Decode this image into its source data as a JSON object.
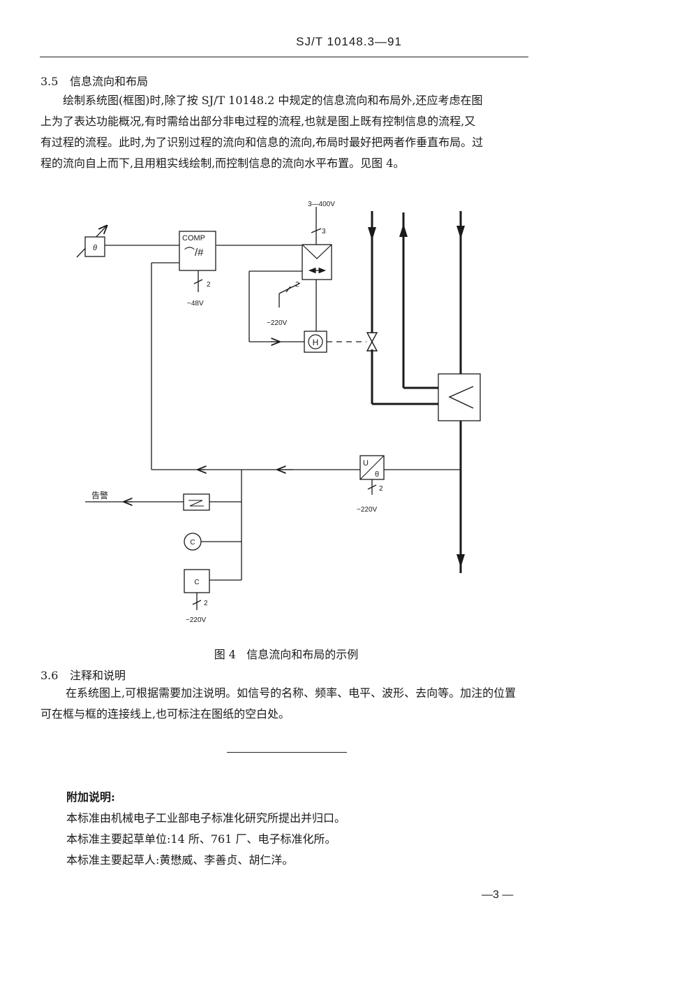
{
  "header": {
    "standard_code": "SJ/T 10148.3—91"
  },
  "section_3_5": {
    "number": "3.5",
    "title": "信息流向和布局",
    "paragraph_lines": [
      "绘制系统图(框图)时,除了按 SJ/T 10148.2 中规定的信息流向和布局外,还应考虑在图",
      "上为了表达功能概况,有时需给出部分非电过程的流程,也就是图上既有控制信息的流程,又",
      "有过程的流程。此时,为了识别过程的流向和信息的流向,布局时最好把两者作垂直布局。过",
      "程的流向自上而下,且用粗实线绘制,而控制信息的流向水平布置。见图 4。"
    ]
  },
  "figure": {
    "supply_400v": "3—400V",
    "supply_400v_count": "3",
    "comp_label": "COMP",
    "comp_symbol": "⌒/#",
    "comp_supply_count": "2",
    "comp_supply": "−48V",
    "theta_symbol": "θ",
    "actuator_supply_count": "2",
    "actuator_supply": "~220V",
    "h_symbol": "H",
    "transducer_top": "U",
    "transducer_bottom": "θ",
    "transducer_supply_count": "2",
    "transducer_supply": "~220V",
    "alarm_label": "告警",
    "recorder_symbol": "C",
    "indicator_symbol": "C",
    "indicator_supply_count": "2",
    "indicator_supply": "~220V"
  },
  "figure_caption": {
    "number": "图 4",
    "title": "信息流向和布局的示例"
  },
  "section_3_6": {
    "number": "3.6",
    "title": "注释和说明",
    "paragraph_lines": [
      "在系统图上,可根据需要加注说明。如信号的名称、频率、电平、波形、去向等。加注的位置",
      "可在框与框的连接线上,也可标注在图纸的空白处。"
    ]
  },
  "appendix": {
    "title": "附加说明:",
    "lines": [
      "本标准由机械电子工业部电子标准化研究所提出并归口。",
      "本标准主要起草单位:14 所、761 厂、电子标准化所。",
      "本标准主要起草人:黄懋威、李善贞、胡仁洋。"
    ]
  },
  "page_number": "—3 —"
}
